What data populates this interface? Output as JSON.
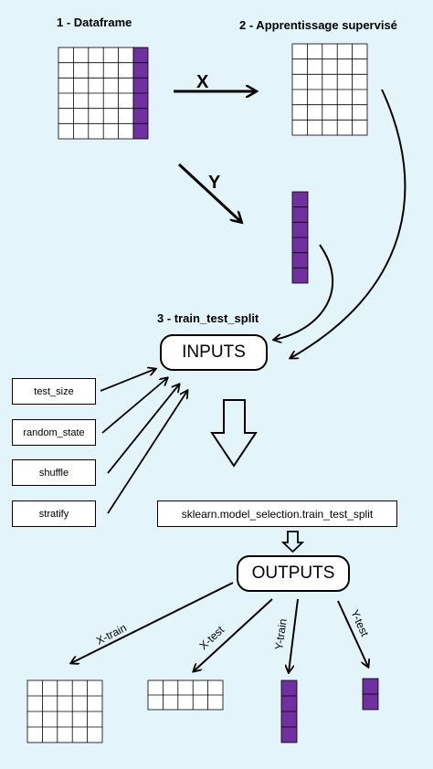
{
  "titles": {
    "dataframe": "1 - Dataframe",
    "supervised": "2 - Apprentissage supervisé",
    "split": "3 - train_test_split"
  },
  "arrow_labels": {
    "x": "X",
    "y": "Y",
    "x_train": "X-train",
    "x_test": "X-test",
    "y_train": "Y-train",
    "y_test": "Y-test"
  },
  "inputs_label": "INPUTS",
  "outputs_label": "OUTPUTS",
  "params": [
    "test_size",
    "random_state",
    "shuffle",
    "stratify"
  ],
  "function_name": "sklearn.model_selection.train_test_split",
  "colors": {
    "background": "#e4f4fb",
    "target_column": "#7030a0",
    "grid_cell": "#ffffff",
    "line": "#000000"
  }
}
